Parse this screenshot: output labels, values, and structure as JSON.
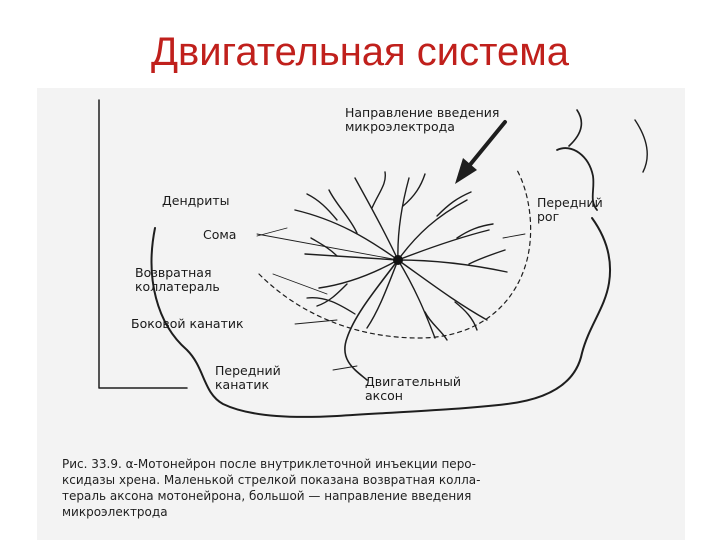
{
  "slide": {
    "title": "Двигательная система"
  },
  "figure": {
    "labels": {
      "electrode_direction": "Направление введения\nмикроэлектрода",
      "dendrites": "Дендриты",
      "soma": "Сома",
      "recurrent_collateral": "Возвратная\nколлатераль",
      "lateral_funiculus": "Боковой канатик",
      "anterior_funiculus": "Передний\nканатик",
      "motor_axon": "Двигательный\nаксон",
      "anterior_horn": "Передний\nрог"
    },
    "caption": "Рис. 33.9. α-Мотонейрон после внутриклеточной инъекции перо-\nксидазы хрена. Маленькой стрелкой показана возвратная колла-\nтераль аксона мотонейрона, большой — направление введения\nмикроэлектрода"
  }
}
